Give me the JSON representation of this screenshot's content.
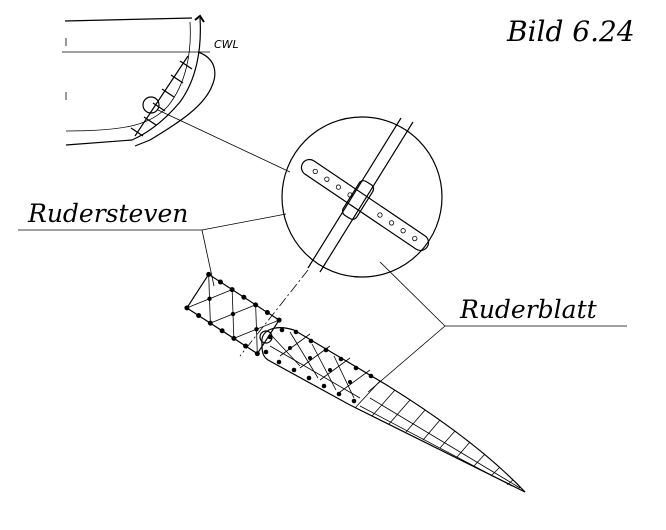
{
  "figure": {
    "caption": "Bild 6.24",
    "waterline_label": "CWL",
    "labels": {
      "rudder_post": "Rudersteven",
      "rudder_blade": "Ruderblatt"
    }
  }
}
